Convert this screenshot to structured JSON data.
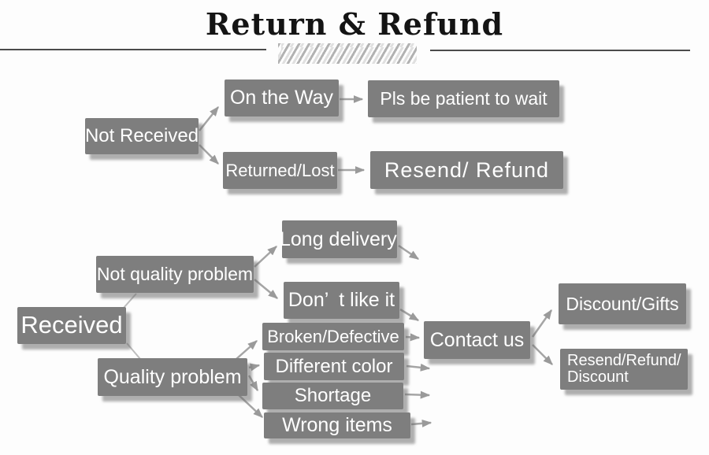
{
  "title": "Return & Refund",
  "colors": {
    "node_fill": "#7e7e7e",
    "node_text": "#ffffff",
    "arrow": "#a5a5a5",
    "title_text": "#141414",
    "background": "#fdfdfd"
  },
  "nodes": {
    "not_received": {
      "label": "Not Received"
    },
    "on_the_way": {
      "label": "On the Way"
    },
    "pls_wait": {
      "label": "Pls be patient to wait"
    },
    "returned_lost": {
      "label": "Returned/Lost"
    },
    "resend_refund": {
      "label": "Resend/ Refund"
    },
    "received": {
      "label": "Received"
    },
    "not_quality_problem": {
      "label": "Not quality problem"
    },
    "long_delivery": {
      "label": "Long delivery"
    },
    "dont_like_it": {
      "label": "Don’  t like it"
    },
    "quality_problem": {
      "label": "Quality problem"
    },
    "broken_defective": {
      "label": "Broken/Defective"
    },
    "different_color": {
      "label": "Different color"
    },
    "shortage": {
      "label": "Shortage"
    },
    "wrong_items": {
      "label": "Wrong items"
    },
    "contact_us": {
      "label": "Contact us"
    },
    "discount_gifts": {
      "label": "Discount/Gifts"
    },
    "resend_refund_discount": {
      "line1": "Resend/Refund/",
      "line2": "Discount"
    }
  }
}
